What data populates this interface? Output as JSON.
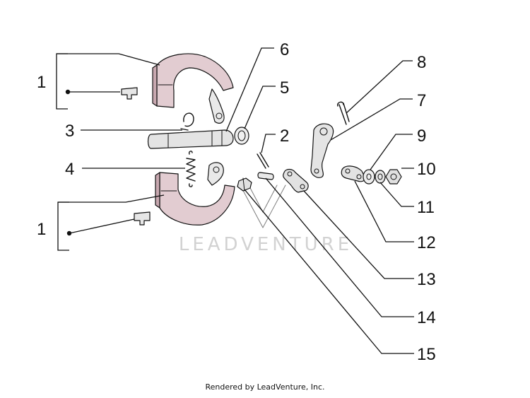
{
  "diagram": {
    "colors": {
      "line": "#111111",
      "shoe": "#e2ccd1",
      "shoe_dark": "#c8a8b0",
      "metal": "#d8d8d8",
      "watermark": "#d2d2d2"
    },
    "callouts": [
      {
        "id": "c1a",
        "label": "1"
      },
      {
        "id": "c1b",
        "label": "1"
      },
      {
        "id": "c2",
        "label": "2"
      },
      {
        "id": "c3",
        "label": "3"
      },
      {
        "id": "c4",
        "label": "4"
      },
      {
        "id": "c5",
        "label": "5"
      },
      {
        "id": "c6",
        "label": "6"
      },
      {
        "id": "c7",
        "label": "7"
      },
      {
        "id": "c8",
        "label": "8"
      },
      {
        "id": "c9",
        "label": "9"
      },
      {
        "id": "c10",
        "label": "10"
      },
      {
        "id": "c11",
        "label": "11"
      },
      {
        "id": "c12",
        "label": "12"
      },
      {
        "id": "c13",
        "label": "13"
      },
      {
        "id": "c14",
        "label": "14"
      },
      {
        "id": "c15",
        "label": "15"
      }
    ],
    "parts": [
      {
        "name": "brake-shoe-upper"
      },
      {
        "name": "brake-shoe-lower"
      },
      {
        "name": "shoe-pad-clip-upper"
      },
      {
        "name": "shoe-pad-clip-lower"
      },
      {
        "name": "retaining-clip"
      },
      {
        "name": "return-spring"
      },
      {
        "name": "brake-cam-shaft"
      },
      {
        "name": "sealing-ring"
      },
      {
        "name": "cotter-pin"
      },
      {
        "name": "brake-lever"
      },
      {
        "name": "linkage-arm"
      },
      {
        "name": "lever-plate"
      },
      {
        "name": "flat-washer"
      },
      {
        "name": "spring-washer"
      },
      {
        "name": "hex-nut"
      },
      {
        "name": "pivot-pin"
      },
      {
        "name": "bolt"
      }
    ],
    "watermark": "LEADVENTURE"
  },
  "footer": {
    "text": "Rendered by LeadVenture, Inc."
  }
}
